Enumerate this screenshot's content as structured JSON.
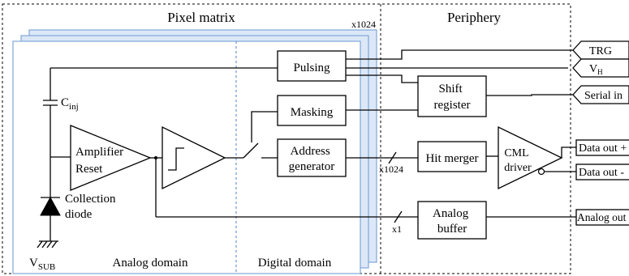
{
  "regions": {
    "pixel_matrix": "Pixel matrix",
    "periphery": "Periphery",
    "multiplicity": "x1024",
    "analog_domain": "Analog domain",
    "digital_domain": "Digital domain"
  },
  "blocks": {
    "pulsing": "Pulsing",
    "masking": "Masking",
    "address_generator": [
      "Address",
      "generator"
    ],
    "shift_register": [
      "Shift",
      "register"
    ],
    "hit_merger": "Hit merger",
    "cml_driver": [
      "CML",
      "driver"
    ],
    "analog_buffer": [
      "Analog",
      "buffer"
    ],
    "amplifier": [
      "Amplifier",
      "Reset"
    ],
    "collection_diode": [
      "Collection",
      "diode"
    ]
  },
  "labels": {
    "c_inj_base": "C",
    "c_inj_sub": "inj",
    "v_sub_base": "V",
    "v_sub_sub": "SUB",
    "bus_x1024": "x1024",
    "bus_x1": "x1"
  },
  "ports": {
    "trg": "TRG",
    "vh_base": "V",
    "vh_sub": "H",
    "serial_in": "Serial in",
    "data_out_plus": "Data out +",
    "data_out_minus": "Data out -",
    "analog_out": "Analog out"
  },
  "colors": {
    "layer_fill": "#dce8f7",
    "layer_stroke": "#7fa6d8",
    "line": "#000000"
  }
}
